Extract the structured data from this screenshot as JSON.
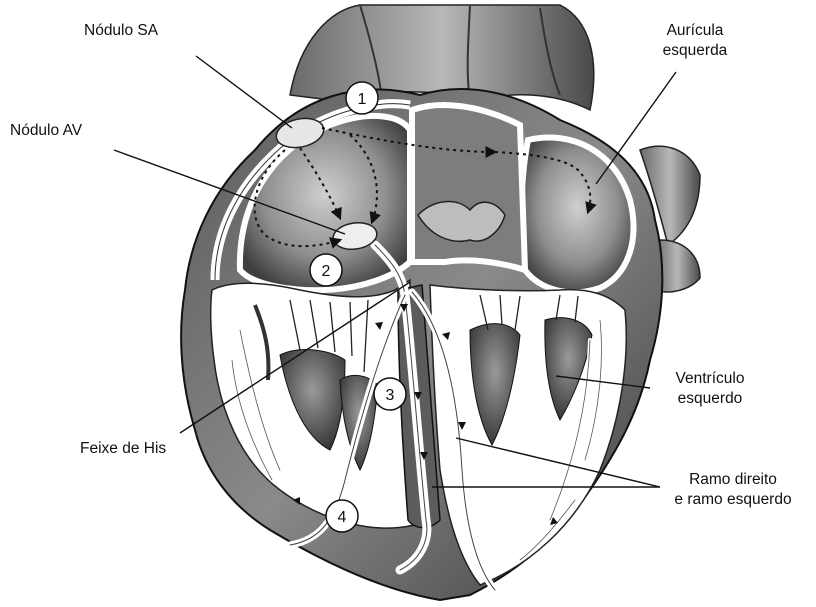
{
  "labels": {
    "sa_node": "Nódulo SA",
    "av_node": "Nódulo AV",
    "left_atrium_line1": "Aurícula",
    "left_atrium_line2": "esquerda",
    "left_ventricle_line1": "Ventrículo",
    "left_ventricle_line2": "esquerdo",
    "bundle_of_his": "Feixe de His",
    "bundle_branches_line1": "Ramo direito",
    "bundle_branches_line2": "e ramo esquerdo"
  },
  "markers": [
    "1",
    "2",
    "3",
    "4"
  ]
}
